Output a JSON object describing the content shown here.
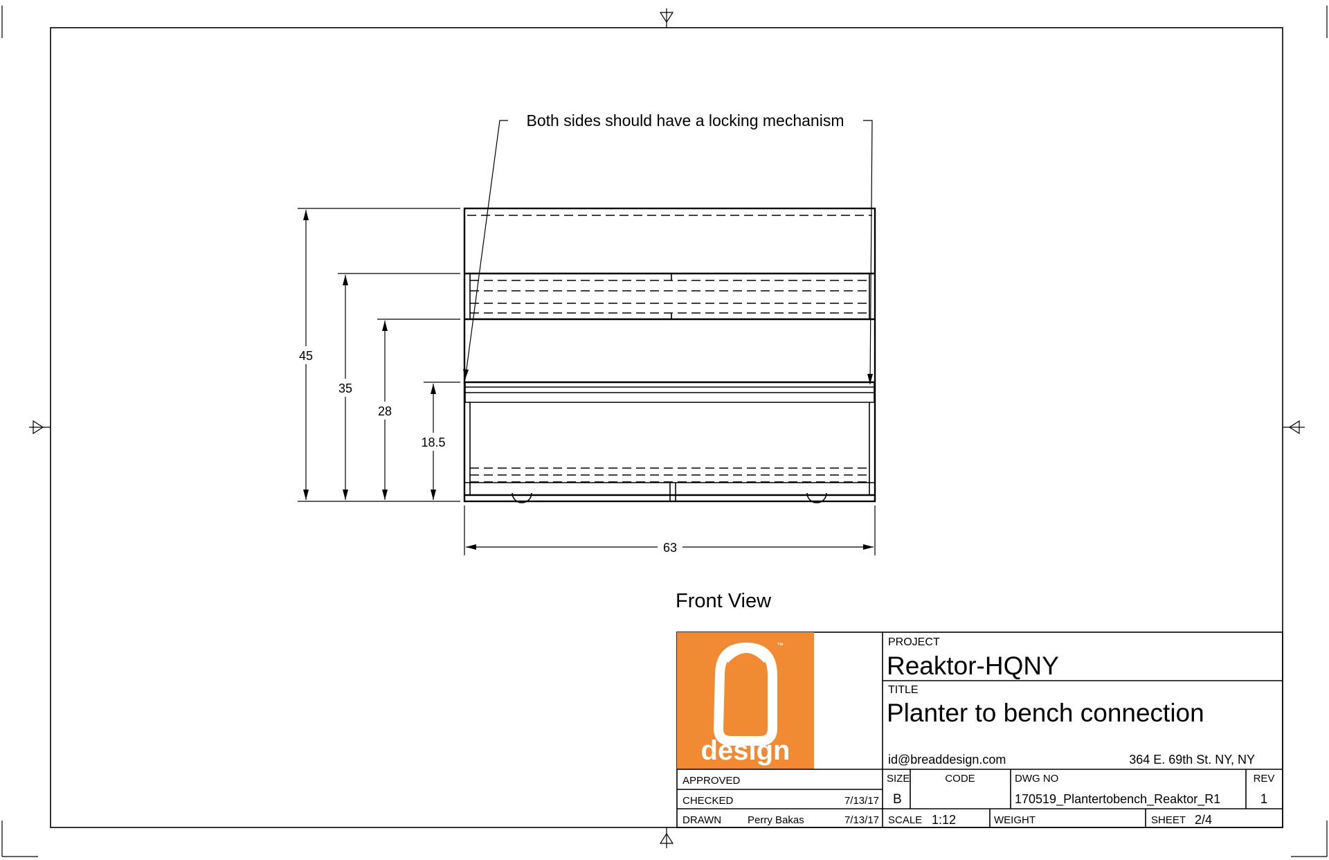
{
  "drawing": {
    "note": "Both sides should have a locking mechanism",
    "view_label": "Front View",
    "dimensions": {
      "height_total": "45",
      "height_2": "35",
      "height_3": "28",
      "height_4": "18.5",
      "width": "63"
    }
  },
  "title_block": {
    "logo_text": "design",
    "logo_tm": "™",
    "logo_color": "#F08A33",
    "project_label": "PROJECT",
    "project": "Reaktor-HQNY",
    "title_label": "TITLE",
    "title": "Planter to bench connection",
    "email": "id@breaddesign.com",
    "address": "364 E. 69th St. NY, NY",
    "approved_label": "APPROVED",
    "checked_label": "CHECKED",
    "checked_date": "7/13/17",
    "drawn_label": "DRAWN",
    "drawn_by": "Perry Bakas",
    "drawn_date": "7/13/17",
    "size_label": "SIZE",
    "size": "B",
    "code_label": "CODE",
    "dwg_no_label": "DWG NO",
    "dwg_no": "170519_Plantertobench_Reaktor_R1",
    "rev_label": "REV",
    "rev": "1",
    "scale_label": "SCALE",
    "scale": "1:12",
    "weight_label": "WEIGHT",
    "sheet_label": "SHEET",
    "sheet": "2/4"
  }
}
